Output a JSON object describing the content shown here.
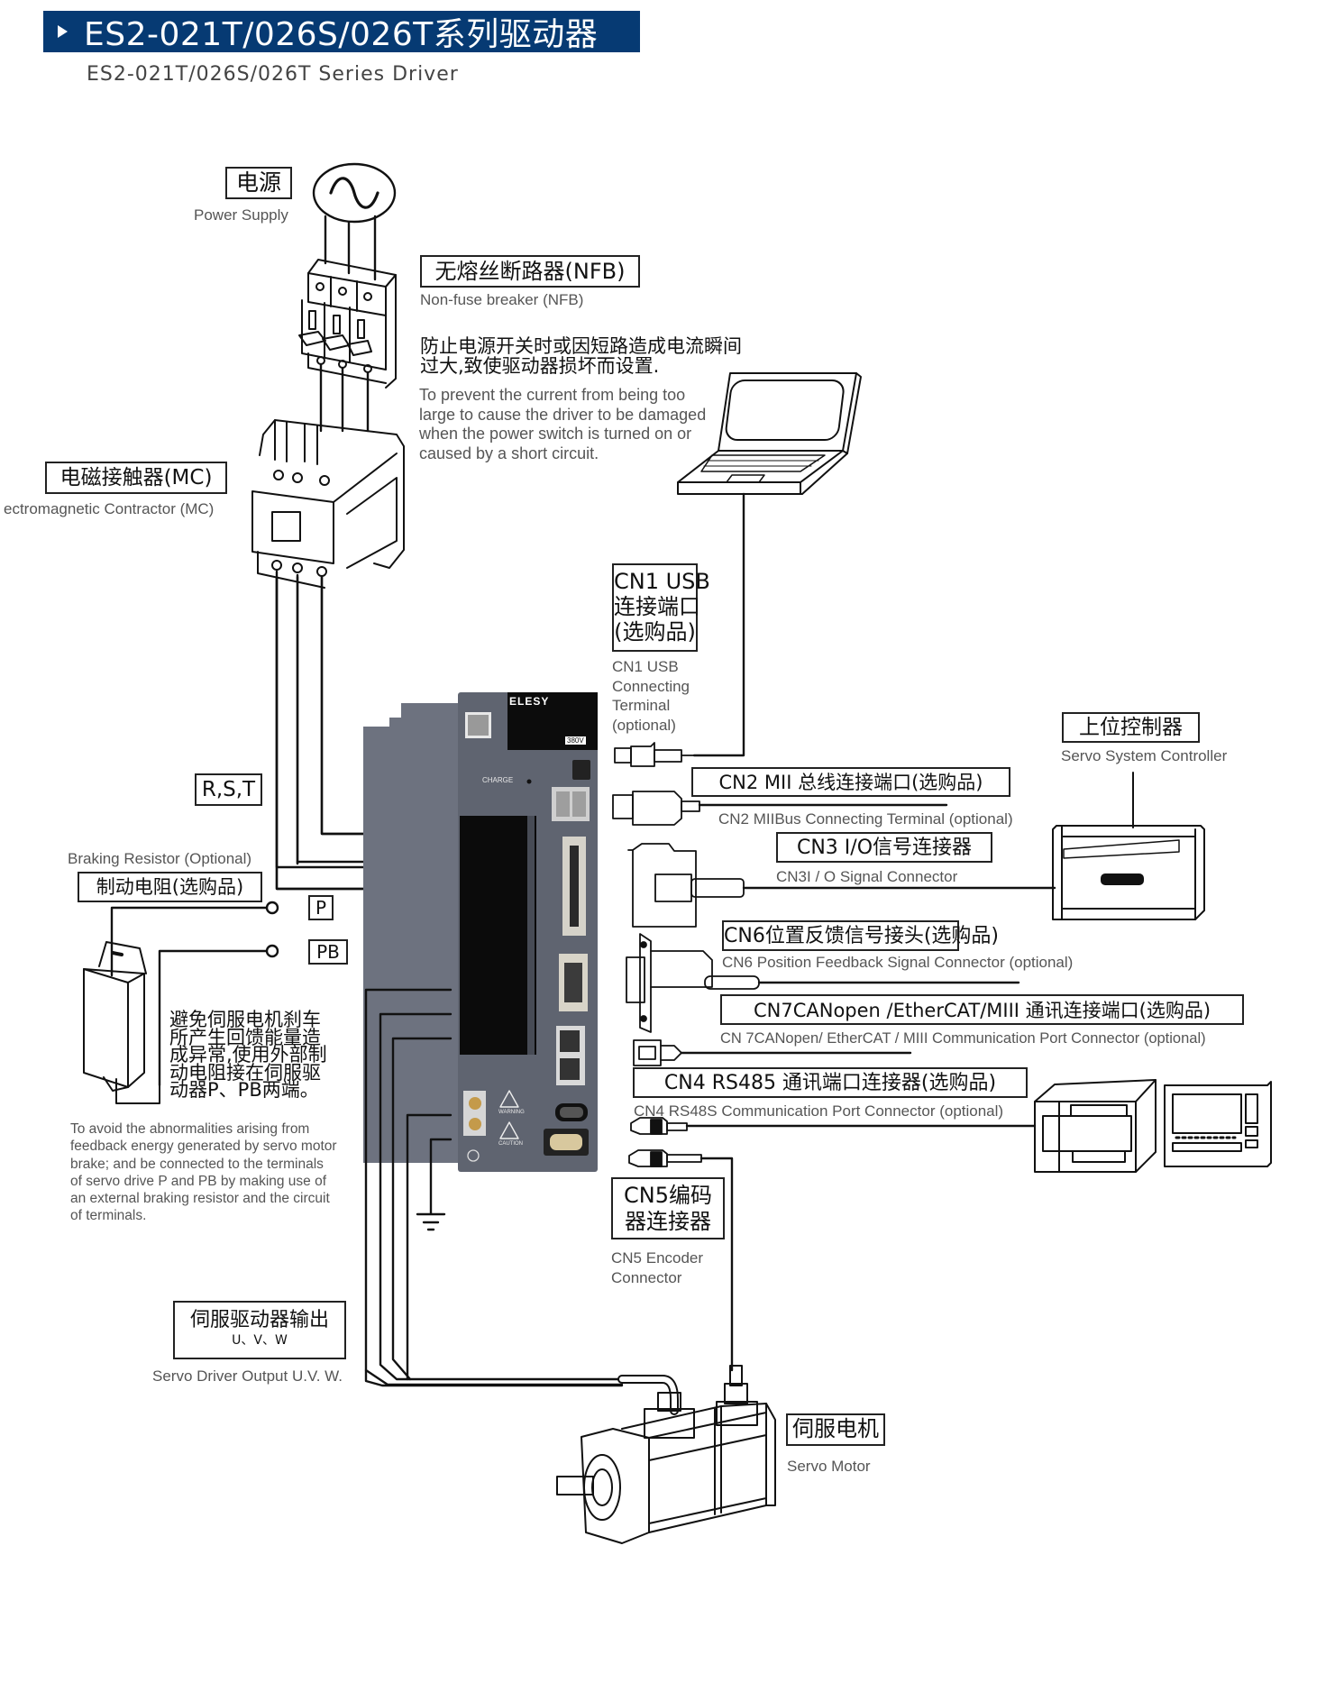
{
  "header": {
    "title": "ES2-021T/026S/026T系列驱动器",
    "subtitle": "ES2-021T/026S/026T Series Driver",
    "accent_color": "#063a73"
  },
  "power_supply": {
    "label_zh": "电源",
    "label_en": "Power Supply",
    "icon": "ac-source-icon"
  },
  "breaker": {
    "label_zh": "无熔丝断路器(NFB)",
    "label_en": "Non-fuse breaker (NFB)",
    "note_zh_lines": [
      "防止电源开关时或因短路造成电流瞬间",
      "过大,致使驱动器损坏而设置."
    ],
    "note_en_lines": [
      "To prevent the current from being too",
      "large to cause the driver to be damaged",
      "when the power switch is turned on or",
      "caused by a short circuit."
    ]
  },
  "contactor": {
    "label_zh": "电磁接触器(MC)",
    "label_en": "ectromagnetic Contractor (MC)"
  },
  "rst": {
    "label": "R,S,T"
  },
  "braking_resistor": {
    "label_en": "Braking Resistor (Optional)",
    "label_zh": "制动电阻(选购品)",
    "terminal_p": "P",
    "terminal_pb": "PB",
    "note_zh_lines": [
      "避免伺服电机刹车",
      "所产生回馈能量造",
      "成异常,使用外部制",
      "动电阻接在伺服驱",
      "动器P、PB两端。"
    ],
    "note_en_lines": [
      "To avoid the abnormalities arising from",
      "feedback energy generated by servo motor",
      "brake; and be connected to the terminals",
      "of servo drive P and PB by making use of",
      "an external braking resistor and the circuit",
      "of terminals."
    ]
  },
  "driver": {
    "brand": "ELESY",
    "voltage": "380V",
    "charge_label": "CHARGE",
    "warning_label": "WARNING",
    "caution_label": "CAUTION",
    "port_labels": [
      "CN1",
      "CN2",
      "CN3",
      "CN6",
      "CN7",
      "CN4",
      "CN5"
    ],
    "body_color": "#666b78",
    "panel_color": "#5f6470"
  },
  "connectors": {
    "cn1": {
      "label_zh_lines": [
        "CN1 USB",
        "连接端口",
        "(选购品)"
      ],
      "label_en_lines": [
        "CN1 USB",
        "Connecting",
        "Terminal",
        "(optional)"
      ]
    },
    "cn2": {
      "label_zh": "CN2 MII 总线连接端口(选购品)",
      "label_en": "CN2 MIIBus Connecting Terminal (optional)"
    },
    "cn3": {
      "label_zh": "CN3 I/O信号连接器",
      "label_en": "CN3I / O Signal Connector"
    },
    "cn6": {
      "label_zh": "CN6位置反馈信号接头(选购品)",
      "label_en": "CN6 Position Feedback Signal Connector (optional)"
    },
    "cn7": {
      "label_zh": "CN7CANopen /EtherCAT/MIII 通讯连接端口(选购品)",
      "label_en": "CN 7CANopen/ EtherCAT / MIII Communication Port Connector (optional)"
    },
    "cn4": {
      "label_zh": "CN4 RS485 通讯端口连接器(选购品)",
      "label_en": "CN4 RS48S Communication Port Connector (optional)"
    },
    "cn5": {
      "label_zh_lines": [
        "CN5编码",
        "器连接器"
      ],
      "label_en_lines": [
        "CN5 Encoder",
        "Connector"
      ]
    }
  },
  "controller": {
    "label_zh": "上位控制器",
    "label_en": "Servo System Controller"
  },
  "output": {
    "label_zh": "伺服驱动器输出",
    "label_sub": "U、V、W",
    "label_en": "Servo Driver Output U.V. W."
  },
  "motor": {
    "label_zh": "伺服电机",
    "label_en": "Servo Motor"
  }
}
